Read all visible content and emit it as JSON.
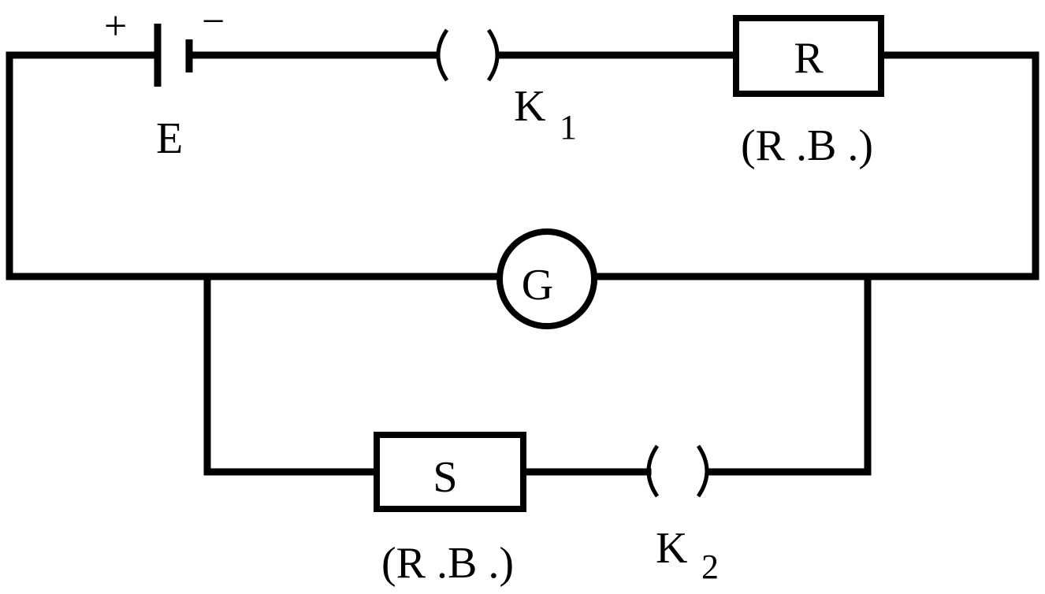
{
  "battery": {
    "label": "E",
    "positive": "+",
    "negative": "−"
  },
  "key1": {
    "label": "K",
    "subscript": "1"
  },
  "resistor_r": {
    "label": "R",
    "note": "(R .B .)"
  },
  "galvanometer": {
    "label": "G"
  },
  "resistor_s": {
    "label": "S",
    "note": "(R .B .)"
  },
  "key2": {
    "label": "K",
    "subscript": "2"
  }
}
